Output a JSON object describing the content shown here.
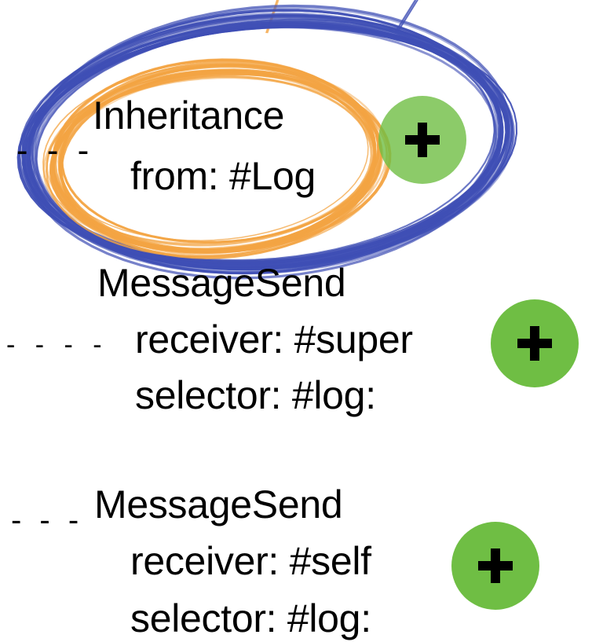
{
  "colors": {
    "outer_ring": "#3f4fb5",
    "inner_ring": "#f3a443",
    "add_button": "#6fbe44",
    "plus_glyph": "#000000"
  },
  "nodes": [
    {
      "type_label": "Inheritance",
      "property": "from: #Log",
      "add_icon": "plus-icon"
    },
    {
      "type_label": "MessageSend",
      "receiver": "receiver: #super",
      "selector": "selector: #log:",
      "add_icon": "plus-icon"
    },
    {
      "type_label": "MessageSend",
      "receiver": "receiver: #self",
      "selector": "selector: #log:",
      "add_icon": "plus-icon"
    }
  ]
}
